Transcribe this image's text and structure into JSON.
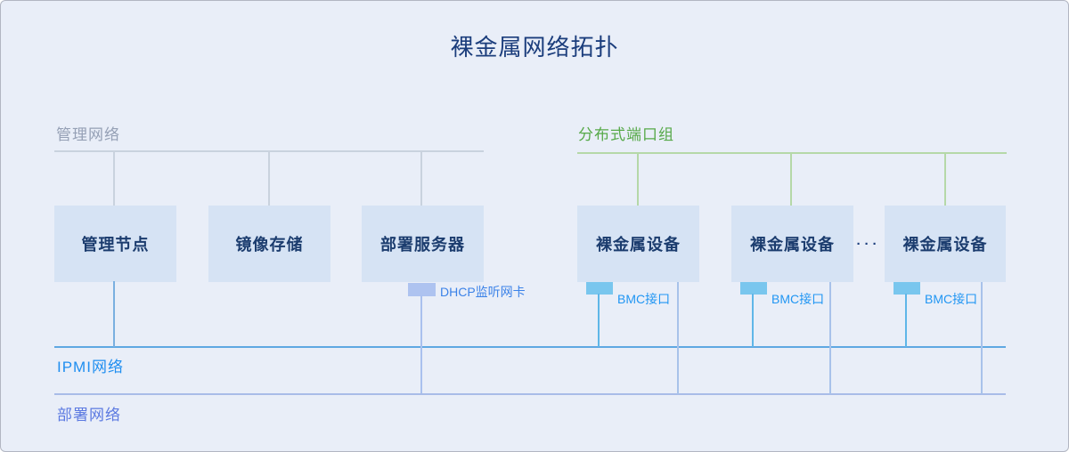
{
  "title": "裸金属网络拓扑",
  "title_color": "#1b3d7c",
  "networks": {
    "management": {
      "label": "管理网络",
      "line_color": "#c9d2de",
      "label_color": "#95a0b5"
    },
    "distributed_port_group": {
      "label": "分布式端口组",
      "line_color": "#b5d8a8",
      "label_color": "#56a948"
    },
    "ipmi": {
      "label": "IPMI网络",
      "line_color": "#5fa8e2",
      "label_color": "#1f8ef0"
    },
    "deployment": {
      "label": "部署网络",
      "line_color": "#a8bce8",
      "label_color": "#5b79e1"
    }
  },
  "nodes": {
    "management_node": {
      "label": "管理节点"
    },
    "image_storage": {
      "label": "镜像存储"
    },
    "deployment_server": {
      "label": "部署服务器"
    },
    "bare_metal_1": {
      "label": "裸金属设备"
    },
    "bare_metal_2": {
      "label": "裸金属设备"
    },
    "bare_metal_3": {
      "label": "裸金属设备"
    },
    "ellipsis": "···",
    "box_fill": "#d6e3f4",
    "box_text_color": "#1b3c6e"
  },
  "interfaces": {
    "dhcp_nic": {
      "label": "DHCP监听网卡",
      "fill": "#aec3f0",
      "label_color": "#3b82e8"
    },
    "bmc": {
      "label": "BMC接口",
      "fill": "#79c6ee",
      "label_color": "#2196f3"
    }
  }
}
